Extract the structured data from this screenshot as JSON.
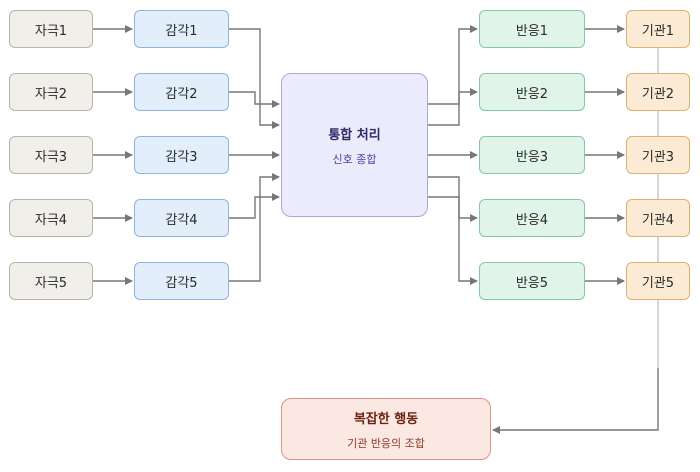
{
  "diagram": {
    "stimuli": [
      "자극1",
      "자극2",
      "자극3",
      "자극4",
      "자극5"
    ],
    "senses": [
      "감각1",
      "감각2",
      "감각3",
      "감각4",
      "감각5"
    ],
    "integration": {
      "title": "통합 처리",
      "subtitle": "신호 종합"
    },
    "responses": [
      "반응1",
      "반응2",
      "반응3",
      "반응4",
      "반응5"
    ],
    "organs": [
      "기관1",
      "기관2",
      "기관3",
      "기관4",
      "기관5"
    ],
    "behavior": {
      "title": "복잡한 행동",
      "subtitle": "기관 반응의 조합"
    }
  },
  "colors": {
    "connector": "#777777",
    "organ_link": "#bbbbbb",
    "stimulus_fill": "#f1efe9",
    "sense_fill": "#e2effb",
    "integration_fill": "#ecebfc",
    "response_fill": "#e1f4ea",
    "organ_fill": "#fcebd4",
    "behavior_fill": "#fbe8e2"
  }
}
